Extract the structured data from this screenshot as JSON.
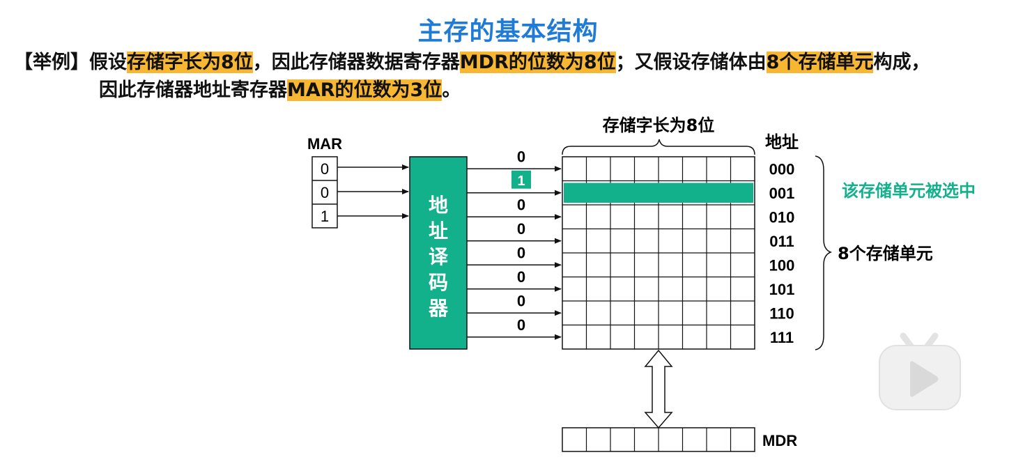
{
  "title": "主存的基本结构",
  "example": {
    "prefix": "【举例】",
    "t1": "假设",
    "h1": "存储字长为8位",
    "t2": "，因此存储器数据寄存器",
    "h2": "MDR的位数为8位",
    "t3": "；又假设存储体由",
    "h3": "8个存储单元",
    "t4": "构成，",
    "t5": "因此存储器地址寄存器",
    "h4": "MAR的位数为3位",
    "t6": "。"
  },
  "diagram": {
    "mar_label": "MAR",
    "mar_bits": [
      "0",
      "0",
      "1"
    ],
    "decoder_chars": [
      "地",
      "址",
      "译",
      "码",
      "器"
    ],
    "decoder_outputs": [
      "0",
      "1",
      "0",
      "0",
      "0",
      "0",
      "0",
      "0"
    ],
    "word_length_label": "存储字长为8位",
    "address_header": "地址",
    "addresses": [
      "000",
      "001",
      "010",
      "011",
      "100",
      "101",
      "110",
      "111"
    ],
    "selected_label": "该存储单元被选中",
    "units_label": "8个存储单元",
    "mdr_label": "MDR",
    "cols": 8,
    "selected_index": 1
  },
  "colors": {
    "accent": "#13b08c",
    "highlight": "#f7b733",
    "title": "#1f7bd6"
  },
  "icons": [
    "bilibili-play-icon"
  ]
}
